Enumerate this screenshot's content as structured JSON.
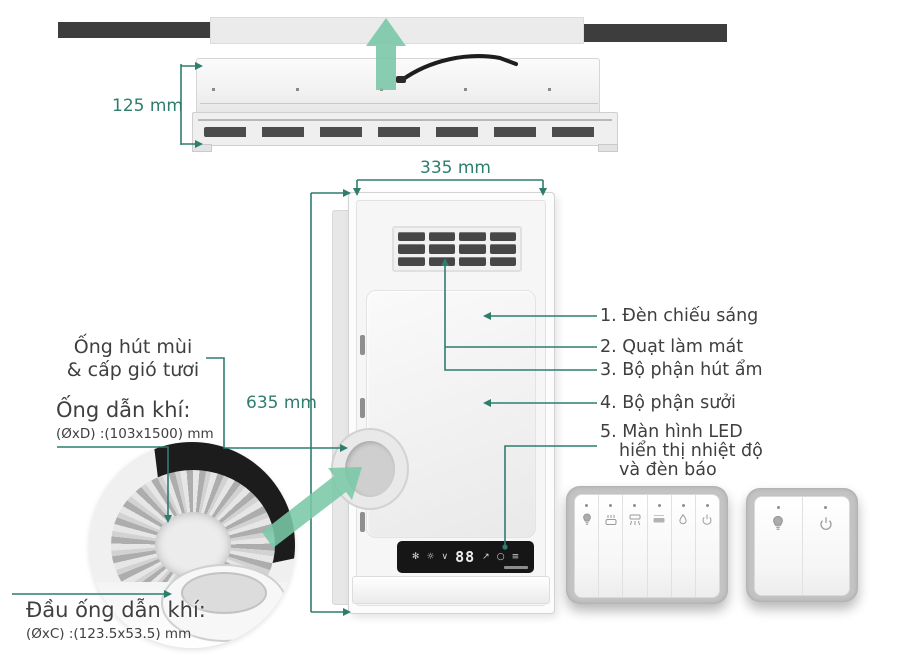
{
  "dimensions": {
    "side_height": "125 mm",
    "front_width": "335 mm",
    "front_height": "635 mm"
  },
  "left_labels": {
    "intake": {
      "line1": "Ống hút mùi",
      "line2": "& cấp gió tươi"
    },
    "air_duct": {
      "title": "Ống dẫn khí:",
      "spec": "(ØxD) :(103x1500) mm"
    },
    "duct_head": {
      "title": "Đầu ống dẫn khí:",
      "spec": "(ØxC) :(123.5x53.5) mm"
    }
  },
  "callouts": [
    {
      "label": "1. Đèn chiếu sáng"
    },
    {
      "label": "2. Quạt làm mát"
    },
    {
      "label": "3. Bộ phận hút ẩm"
    },
    {
      "label": "4. Bộ phận sưởi"
    },
    {
      "label": "5. Màn hình LED",
      "line2": "hiển thị nhiệt độ",
      "line3": "và đèn báo"
    }
  ],
  "led_display": {
    "digits": "88",
    "icon_snowflake": "✻",
    "icon_sun": "☼",
    "icon_chevron": "∨",
    "icon_arrow": "↗",
    "icon_circle": "○",
    "icon_menu": "≡"
  },
  "remote_six_buttons": [
    "light",
    "heater",
    "fan",
    "display",
    "humidity",
    "power"
  ],
  "remote_two_buttons": [
    "light",
    "power"
  ],
  "colors": {
    "teal": "#2E7D6D",
    "mint": "#7BC8A8",
    "dark_text": "#3F3F3F"
  }
}
